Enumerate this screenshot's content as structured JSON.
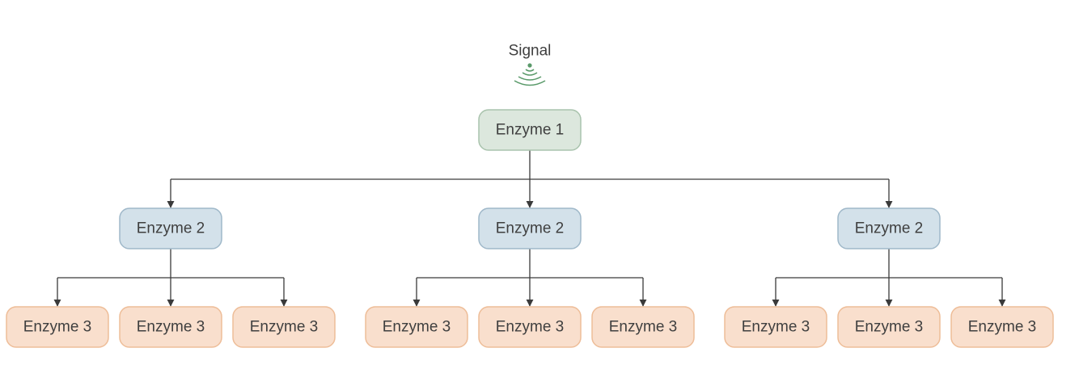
{
  "signal": {
    "label": "Signal",
    "icon": "signal-waves-icon",
    "color": "#5a9a6a"
  },
  "tiers": [
    {
      "level": 1,
      "fill": "#dce7dd",
      "stroke": "#a9c3ad"
    },
    {
      "level": 2,
      "fill": "#d3e1ea",
      "stroke": "#9fb8c9"
    },
    {
      "level": 3,
      "fill": "#f9dfcd",
      "stroke": "#eebd98"
    }
  ],
  "root": {
    "label": "Enzyme 1",
    "children": [
      {
        "label": "Enzyme 2",
        "children": [
          {
            "label": "Enzyme 3"
          },
          {
            "label": "Enzyme 3"
          },
          {
            "label": "Enzyme 3"
          }
        ]
      },
      {
        "label": "Enzyme 2",
        "children": [
          {
            "label": "Enzyme 3"
          },
          {
            "label": "Enzyme 3"
          },
          {
            "label": "Enzyme 3"
          }
        ]
      },
      {
        "label": "Enzyme 2",
        "children": [
          {
            "label": "Enzyme 3"
          },
          {
            "label": "Enzyme 3"
          },
          {
            "label": "Enzyme 3"
          }
        ]
      }
    ]
  }
}
